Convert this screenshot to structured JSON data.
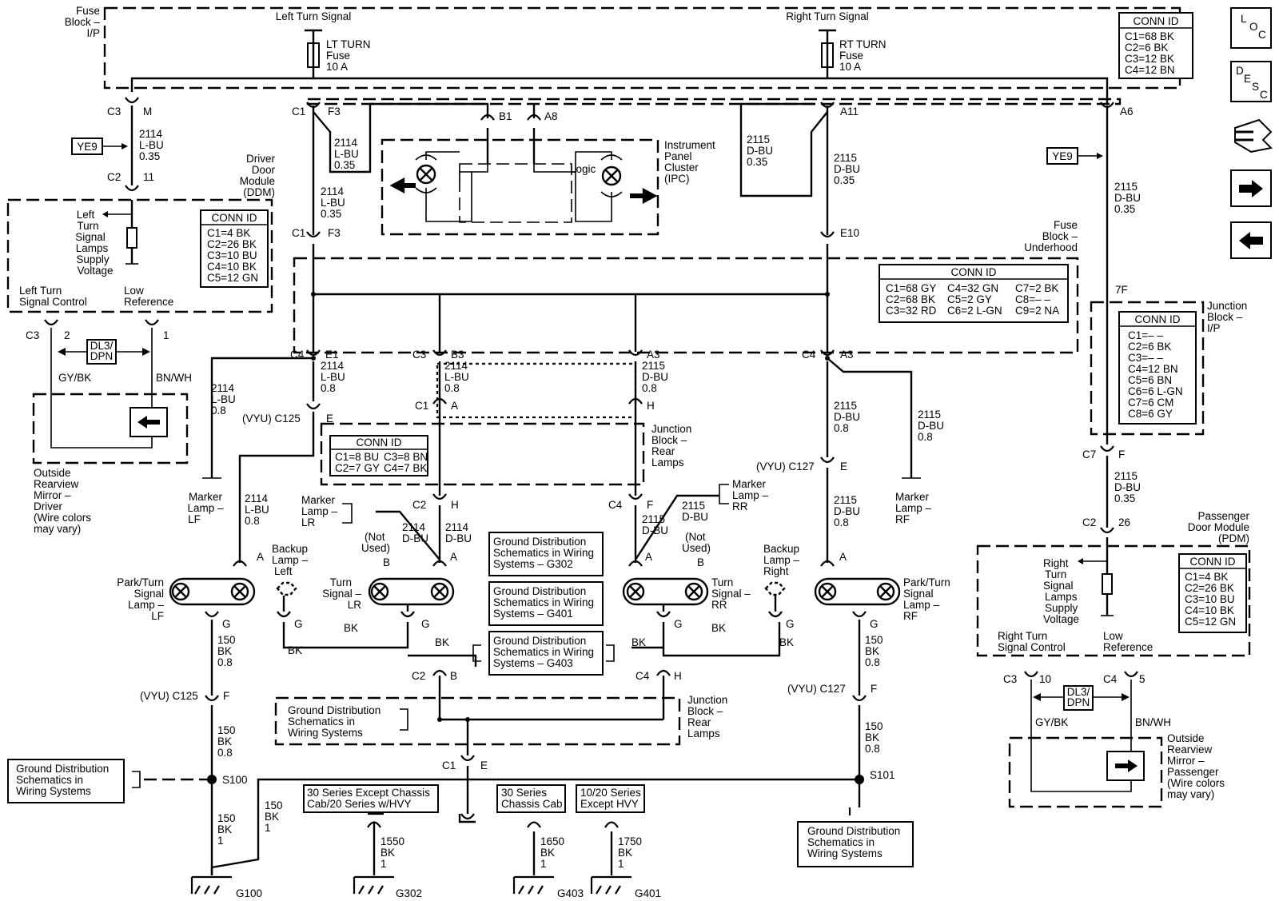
{
  "labels": {
    "fuse_block_ip": [
      "Fuse",
      "Block –",
      "I/P"
    ],
    "left_turn_signal": "Left Turn Signal",
    "right_turn_signal": "Right Turn Signal",
    "lt_turn_fuse": [
      "LT TURN",
      "Fuse",
      "10 A"
    ],
    "rt_turn_fuse": [
      "RT TURN",
      "Fuse",
      "10 A"
    ],
    "ipc": [
      "Instrument",
      "Panel",
      "Cluster",
      "(IPC)"
    ],
    "logic": "Logic",
    "ddm": [
      "Driver",
      "Door",
      "Module",
      "(DDM)"
    ],
    "left_turn_supply": [
      "Left",
      "Turn",
      "Signal",
      "Lamps",
      "Supply",
      "Voltage"
    ],
    "left_turn_signal_control": [
      "Left Turn",
      "Signal Control"
    ],
    "low_reference_left": [
      "Low",
      "Reference"
    ],
    "dl3_dpn_left": [
      "DL3/",
      "DPN"
    ],
    "gy_bk_left": "GY/BK",
    "bn_wh_left": "BN/WH",
    "mirror_driver": [
      "Outside",
      "Rearview",
      "Mirror –",
      "Driver",
      "(Wire colors",
      "may vary)"
    ],
    "fuse_block_underhood": [
      "Fuse",
      "Block –",
      "Underhood"
    ],
    "junction_block_rear_lamps_1": [
      "Junction",
      "Block –",
      "Rear",
      "Lamps"
    ],
    "junction_block_rear_lamps_2": [
      "Junction",
      "Block –",
      "Rear",
      "Lamps"
    ],
    "junction_block_ip": [
      "Junction",
      "Block –",
      "I/P"
    ],
    "pdm": [
      "Passenger",
      "Door Module",
      "(PDM)"
    ],
    "right_turn_supply": [
      "Right",
      "Turn",
      "Signal",
      "Lamps",
      "Supply",
      "Voltage"
    ],
    "right_turn_signal_control": [
      "Right Turn",
      "Signal Control"
    ],
    "low_reference_right": [
      "Low",
      "Reference"
    ],
    "dl3_dpn_right": [
      "DL3/",
      "DPN"
    ],
    "gy_bk_right": "GY/BK",
    "bn_wh_right": "BN/WH",
    "mirror_passenger": [
      "Outside",
      "Rearview",
      "Mirror –",
      "Passenger",
      "(Wire colors",
      "may vary)"
    ],
    "ye9_left": "YE9",
    "ye9_right": "YE9",
    "marker_lamp_lf": [
      "Marker",
      "Lamp –",
      "LF"
    ],
    "marker_lamp_lr": [
      "Marker",
      "Lamp –",
      "LR"
    ],
    "marker_lamp_rr": [
      "Marker",
      "Lamp –",
      "RR"
    ],
    "marker_lamp_rf": [
      "Marker",
      "Lamp –",
      "RF"
    ],
    "park_turn_lf": [
      "Park/Turn",
      "Signal",
      "Lamp –",
      "LF"
    ],
    "park_turn_rf": [
      "Park/Turn",
      "Signal",
      "Lamp –",
      "RF"
    ],
    "backup_left": [
      "Backup",
      "Lamp –",
      "Left"
    ],
    "backup_right": [
      "Backup",
      "Lamp –",
      "Right"
    ],
    "turn_lr": [
      "Turn",
      "Signal –",
      "LR"
    ],
    "turn_rr": [
      "Turn",
      "Signal –",
      "RR"
    ],
    "not_used_1": [
      "(Not",
      "Used)"
    ],
    "not_used_2": [
      "(Not",
      "Used)"
    ],
    "ground_g302": [
      "Ground Distribution",
      "Schematics in Wiring",
      "Systems – G302"
    ],
    "ground_g401": [
      "Ground Distribution",
      "Schematics in Wiring",
      "Systems – G401"
    ],
    "ground_g403": [
      "Ground Distribution",
      "Schematics in Wiring",
      "Systems – G403"
    ],
    "ground_rear": [
      "Ground Distribution",
      "Schematics in",
      "Wiring Systems"
    ],
    "ground_s100": [
      "Ground Distribution",
      "Schematics in",
      "Wiring Systems"
    ],
    "ground_s101": [
      "Ground Distribution",
      "Schematics in",
      "Wiring Systems"
    ],
    "series_30": [
      "30 Series Except Chassis",
      "Cab/20 Series w/HVY"
    ],
    "series_30_cab": [
      "30 Series",
      "Chassis Cab"
    ],
    "series_1020": [
      "10/20 Series",
      "Except HVY"
    ],
    "s100": "S100",
    "s101": "S101",
    "g100": "G100",
    "g302": "G302",
    "g403": "G403",
    "g401": "G401"
  },
  "wires": {
    "w2114_035": [
      "2114",
      "L-BU",
      "0.35"
    ],
    "w2114_08": [
      "2114",
      "L-BU",
      "0.8"
    ],
    "w2115_035": [
      "2115",
      "D-BU",
      "0.35"
    ],
    "w2115_08": [
      "2115",
      "D-BU",
      "0.8"
    ],
    "w150_08": [
      "150",
      "BK",
      "0.8"
    ],
    "w150_1": [
      "150",
      "BK",
      "1"
    ],
    "w1550": [
      "1550",
      "BK",
      "1"
    ],
    "w1650": [
      "1650",
      "BK",
      "1"
    ],
    "w1750": [
      "1750",
      "BK",
      "1"
    ],
    "w2114_short": [
      "2114",
      "D-BU"
    ],
    "w2115_short": [
      "2115",
      "D-BU"
    ],
    "bk": "BK"
  },
  "connectors": {
    "c3": "C3",
    "m": "M",
    "c2": "C2",
    "n11": "11",
    "c1": "C1",
    "f3": "F3",
    "b1": "B1",
    "a8": "A8",
    "a11": "A11",
    "a6": "A6",
    "e10": "E10",
    "c4": "C4",
    "e1": "E1",
    "b3": "B3",
    "a3": "A3",
    "a": "A",
    "h": "H",
    "e": "E",
    "f": "F",
    "g": "G",
    "b": "B",
    "n7f": "7F",
    "c7": "C7",
    "n26": "26",
    "n10": "10",
    "n5": "5",
    "n2": "2",
    "n1": "1",
    "vyu_c125": "(VYU) C125",
    "vyu_c127": "(VYU) C127"
  },
  "conn_tables": {
    "title": "CONN ID",
    "fuse_ip": [
      "C1=68 BK",
      "C2=6 BK",
      "C3=12 BK",
      "C4=12 BN"
    ],
    "ddm": [
      "C1=4 BK",
      "C2=26 BK",
      "C3=10 BU",
      "C4=10 BK",
      "C5=12 GN"
    ],
    "underhood": [
      [
        "C1=68 GY",
        "C4=32 GN",
        "C7=2 BK"
      ],
      [
        "C2=68 BK",
        "C5=2 GY",
        "C8=– –"
      ],
      [
        "C3=32 RD",
        "C6=2 L-GN",
        "C9=2 NA"
      ]
    ],
    "rear_lamps": [
      [
        "C1=8 BU",
        "C3=8 BN"
      ],
      [
        "C2=7 GY",
        "C4=7 BK"
      ]
    ],
    "jb_ip": [
      "C1=– –",
      "C2=6 BK",
      "C3=– –",
      "C4=12 BN",
      "C5=6 BN",
      "C6=6 L-GN",
      "C7=6 CM",
      "C8=6 GY"
    ],
    "pdm": [
      "C1=4 BK",
      "C2=26 BK",
      "C3=10 BU",
      "C4=10 BK",
      "C5=12 GN"
    ]
  },
  "nav": {
    "loc": [
      "L",
      "O",
      "C"
    ],
    "desc": [
      "D",
      "E",
      "S",
      "C"
    ]
  }
}
